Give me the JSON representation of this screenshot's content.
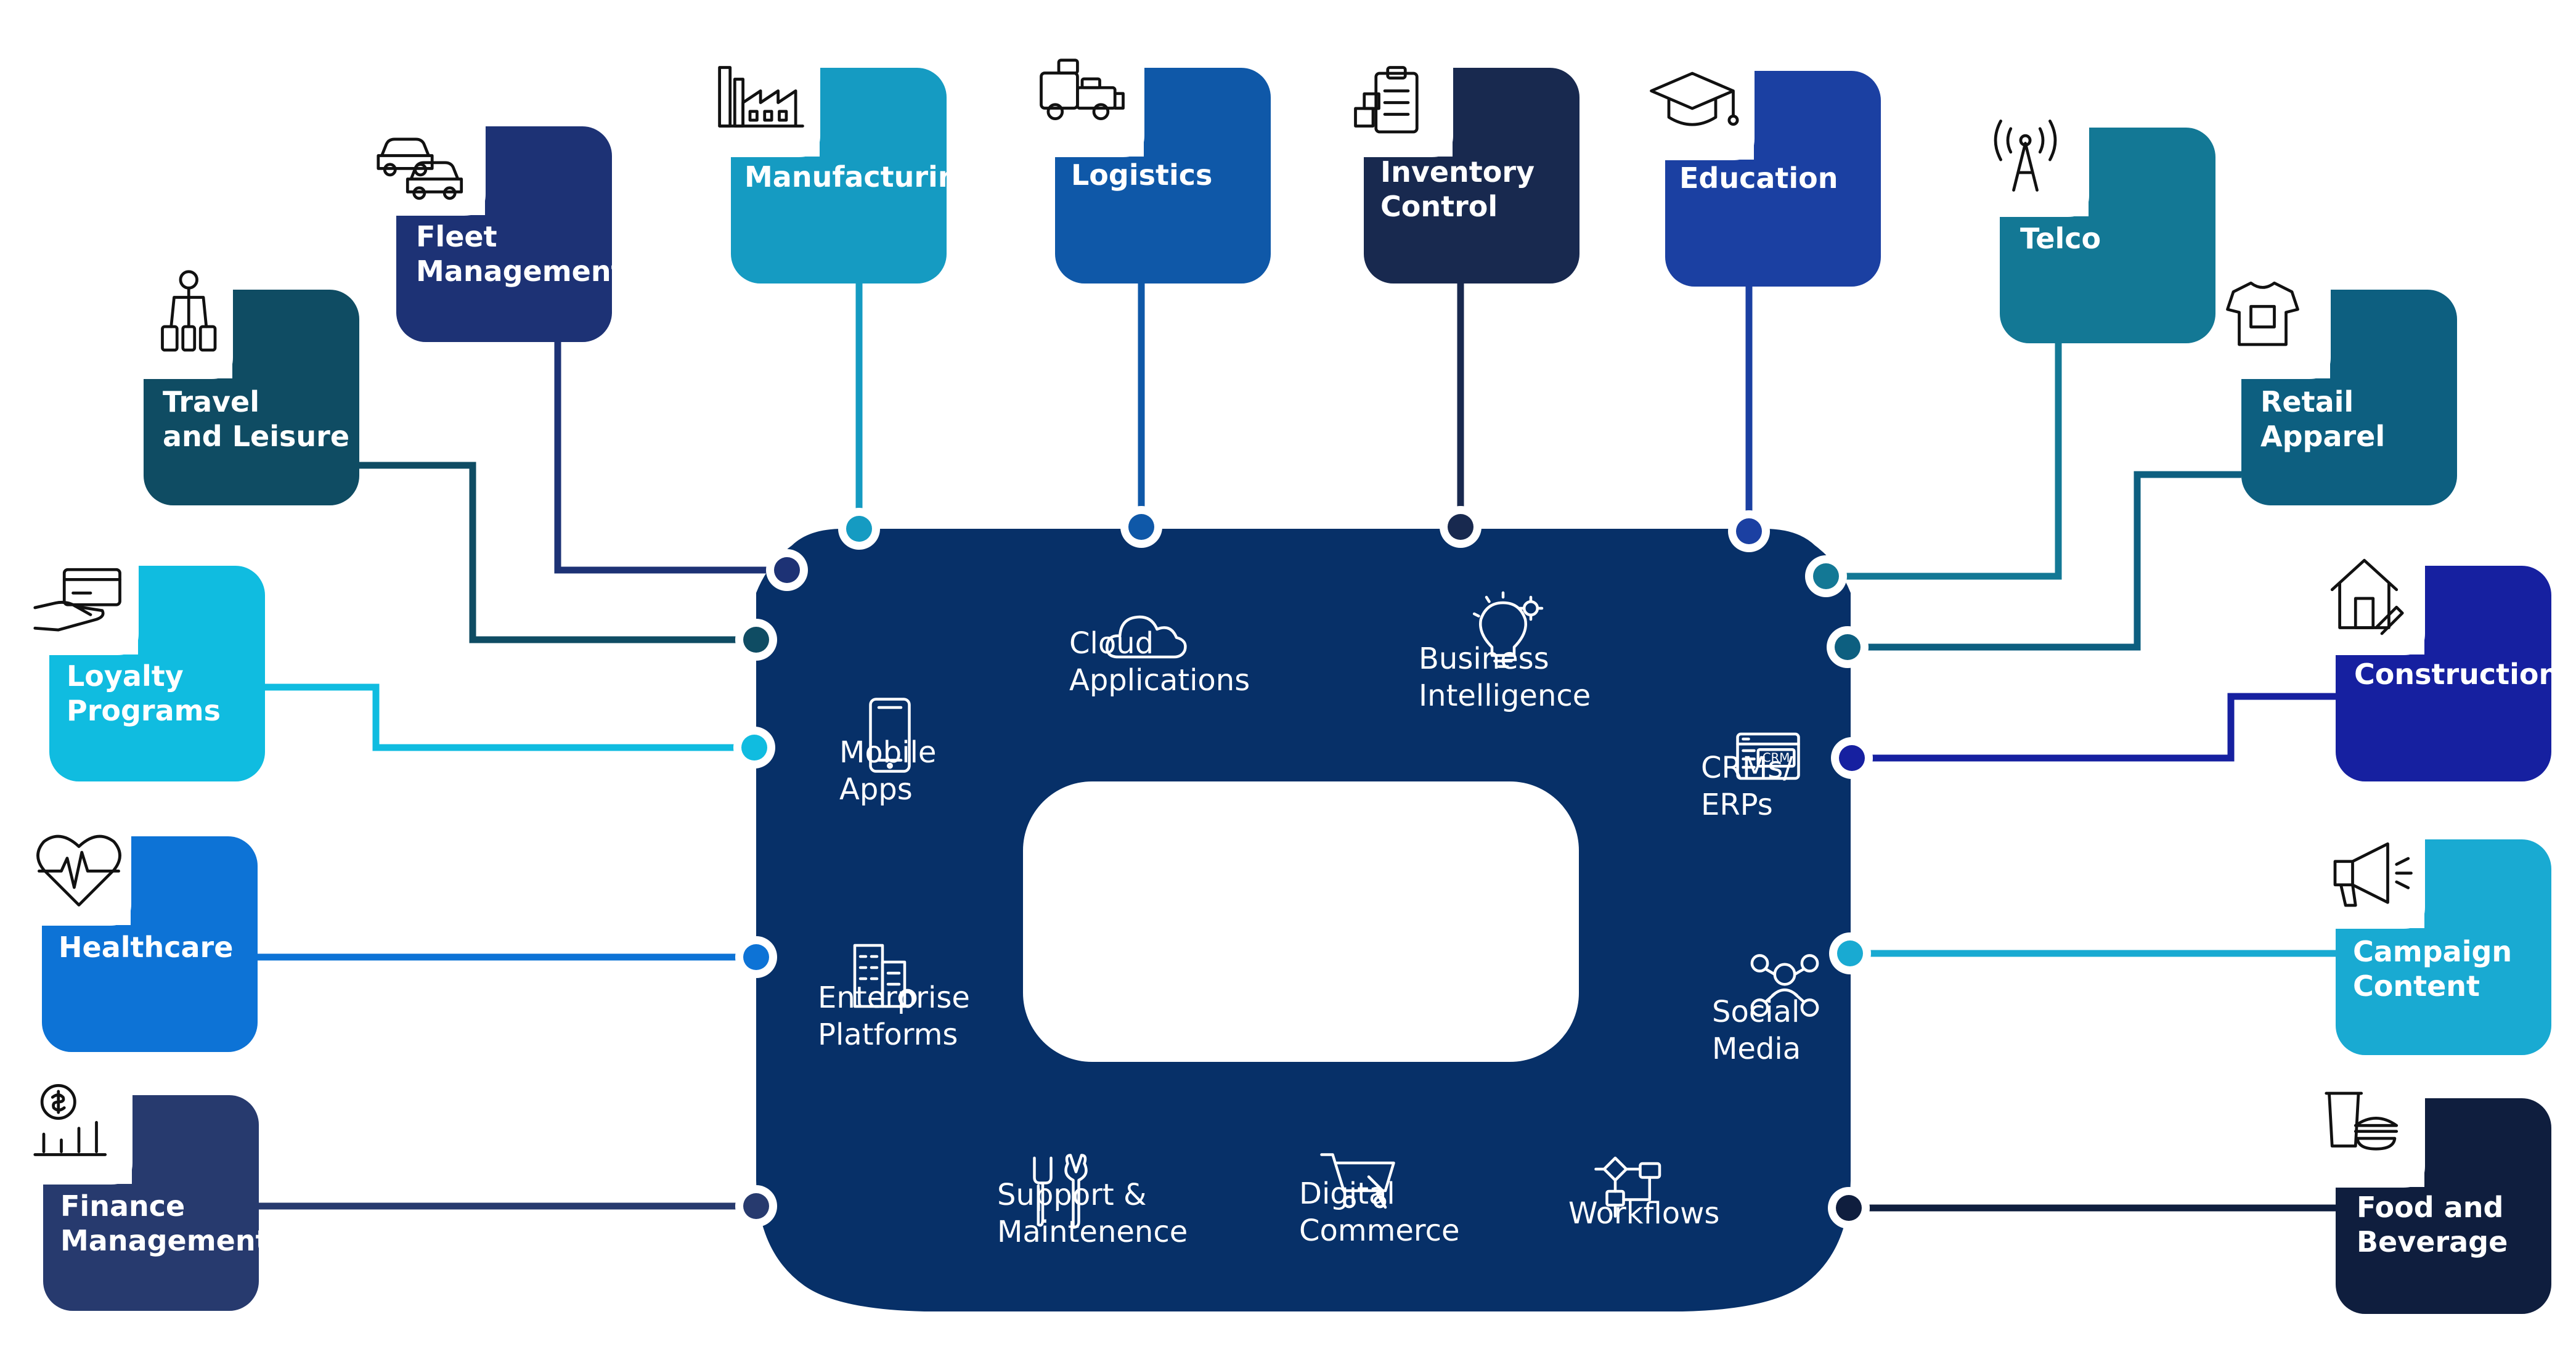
{
  "colors": {
    "hub": "#073068",
    "white": "#ffffff",
    "icon": "#111111"
  },
  "industries": [
    {
      "id": "fleet",
      "lines": [
        "Fleet",
        "Management"
      ],
      "color": "#1D3275",
      "icon": "cars-icon"
    },
    {
      "id": "manufacturing",
      "lines": [
        "Manufacturing"
      ],
      "color": "#159BC2",
      "icon": "factory-icon"
    },
    {
      "id": "logistics",
      "lines": [
        "Logistics"
      ],
      "color": "#0F58A8",
      "icon": "truck-icon"
    },
    {
      "id": "inventory",
      "lines": [
        "Inventory",
        "Control"
      ],
      "color": "#18294F",
      "icon": "clipboard-boxes-icon"
    },
    {
      "id": "education",
      "lines": [
        "Education"
      ],
      "color": "#1B40A2",
      "icon": "graduation-cap-icon"
    },
    {
      "id": "travel",
      "lines": [
        "Travel",
        "and Leisure"
      ],
      "color": "#0F4C63",
      "icon": "traveler-icon"
    },
    {
      "id": "loyalty",
      "lines": [
        "Loyalty",
        "Programs"
      ],
      "color": "#10BCE0",
      "icon": "card-hand-icon"
    },
    {
      "id": "healthcare",
      "lines": [
        "Healthcare"
      ],
      "color": "#0D73D6",
      "icon": "heartbeat-icon"
    },
    {
      "id": "finance",
      "lines": [
        "Finance",
        "Management"
      ],
      "color": "#273A6E",
      "icon": "finance-chart-icon"
    },
    {
      "id": "telco",
      "lines": [
        "Telco"
      ],
      "color": "#137895",
      "icon": "antenna-icon"
    },
    {
      "id": "retail",
      "lines": [
        "Retail",
        "Apparel"
      ],
      "color": "#0D5F80",
      "icon": "apparel-icon"
    },
    {
      "id": "construction",
      "lines": [
        "Construction"
      ],
      "color": "#1620A0",
      "icon": "house-tools-icon"
    },
    {
      "id": "campaign",
      "lines": [
        "Campaign",
        "Content"
      ],
      "color": "#19AAD2",
      "icon": "megaphone-icon"
    },
    {
      "id": "food",
      "lines": [
        "Food and",
        "Beverage"
      ],
      "color": "#0F1E3E",
      "icon": "food-drink-icon"
    }
  ],
  "services": [
    {
      "id": "cloud",
      "lines": [
        "Cloud",
        "Applications"
      ],
      "icon": "cloud-icon"
    },
    {
      "id": "bi",
      "lines": [
        "Business",
        "Intelligence"
      ],
      "icon": "lightbulb-gear-icon"
    },
    {
      "id": "mobile",
      "lines": [
        "Mobile",
        "Apps"
      ],
      "icon": "smartphone-icon"
    },
    {
      "id": "crm",
      "lines": [
        "CRMs/",
        "ERPs"
      ],
      "icon": "crm-window-icon",
      "badge": "CRM"
    },
    {
      "id": "enterprise",
      "lines": [
        "Enterprise",
        "Platforms"
      ],
      "icon": "buildings-gear-icon"
    },
    {
      "id": "social",
      "lines": [
        "Social",
        "Media"
      ],
      "icon": "social-network-icon"
    },
    {
      "id": "support",
      "lines": [
        "Support &",
        "Maintenence"
      ],
      "icon": "tools-icon"
    },
    {
      "id": "commerce",
      "lines": [
        "Digital",
        "Commerce"
      ],
      "icon": "shopping-cart-icon"
    },
    {
      "id": "workflows",
      "lines": [
        "Workflows"
      ],
      "icon": "flowchart-icon"
    }
  ]
}
